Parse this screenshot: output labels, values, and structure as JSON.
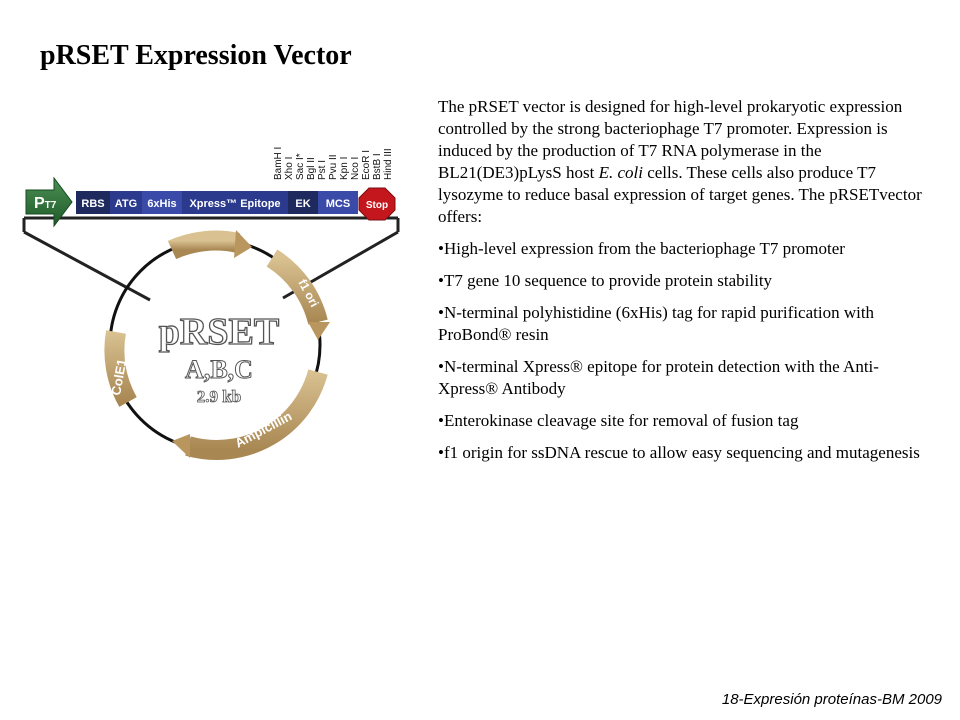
{
  "title": "pRSET Expression Vector",
  "footer": "18-Expresión proteínas-BM 2009",
  "diagram": {
    "promoter": {
      "p": "P",
      "sub": "T7"
    },
    "segments": [
      "RBS",
      "ATG",
      "6xHis",
      "Xpress™ Epitope",
      "EK",
      "MCS"
    ],
    "stop": "Stop",
    "sites": [
      "BamH I",
      "Xho I",
      "Sac I*",
      "Bgl II",
      "Pst I",
      "Pvu II",
      "Kpn I",
      "Nco I",
      "EcoR I",
      "BstB I",
      "Hind III"
    ],
    "plasmid": {
      "name": "pRSET",
      "variants": "A,B,C",
      "size": "2.9 kb"
    },
    "features": [
      "f1 ori",
      "Ampicillin",
      "ColE1"
    ]
  },
  "text": {
    "intro_a": "The pRSET vector is designed for high-level prokaryotic expression controlled by the strong bacteriophage T7 promoter. Expression is induced by the production of T7 RNA polymerase in the BL21(DE3)pLysS host ",
    "intro_italic": "E. coli",
    "intro_b": " cells. These cells also produce T7 lysozyme to reduce basal expression of target genes. The pRSETvector offers:",
    "bullets": [
      "•High-level expression from the bacteriophage T7 promoter",
      "•T7 gene 10 sequence to provide protein stability",
      "•N-terminal polyhistidine (6xHis) tag for rapid purification with ProBond® resin",
      "•N-terminal Xpress® epitope for protein detection with the Anti-Xpress® Antibody",
      "•Enterokinase cleavage site for removal of fusion tag",
      "•f1 origin for ssDNA rescue to allow easy sequencing and mutagenesis"
    ]
  }
}
